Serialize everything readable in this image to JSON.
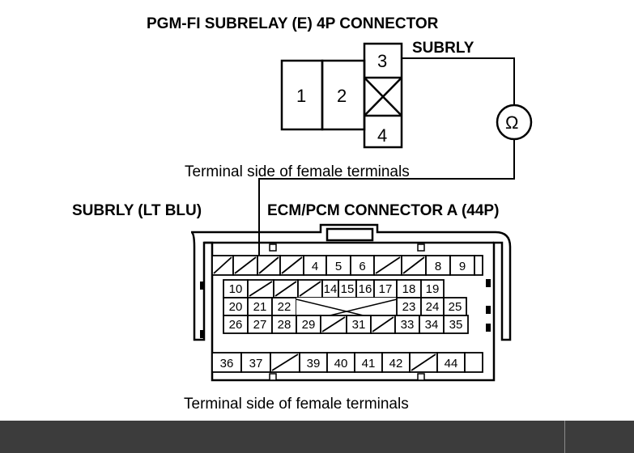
{
  "titles": {
    "subrelay_connector": "PGM-FI SUBRELAY (E) 4P CONNECTOR",
    "subrly_top": "SUBRLY",
    "subrly_wire": "SUBRLY (LT BLU)",
    "ecm_connector": "ECM/PCM CONNECTOR A (44P)"
  },
  "captions": {
    "top": "Terminal side of female terminals",
    "bottom": "Terminal side of female terminals"
  },
  "subrelay_pins": [
    "1",
    "2",
    "3",
    "4"
  ],
  "ohm_symbol": "Ω",
  "ecm_pins": {
    "row1": [
      "4",
      "5",
      "6",
      "8",
      "9"
    ],
    "row2": [
      "10",
      "14",
      "15",
      "16",
      "17",
      "18",
      "19"
    ],
    "row3": [
      "20",
      "21",
      "22",
      "23",
      "24",
      "25"
    ],
    "row4": [
      "26",
      "27",
      "28",
      "29",
      "31",
      "33",
      "34",
      "35"
    ],
    "row5": [
      "36",
      "37",
      "39",
      "40",
      "41",
      "42",
      "44"
    ]
  },
  "colors": {
    "line": "#000000",
    "bottom_bar": "#3c3c3c"
  }
}
